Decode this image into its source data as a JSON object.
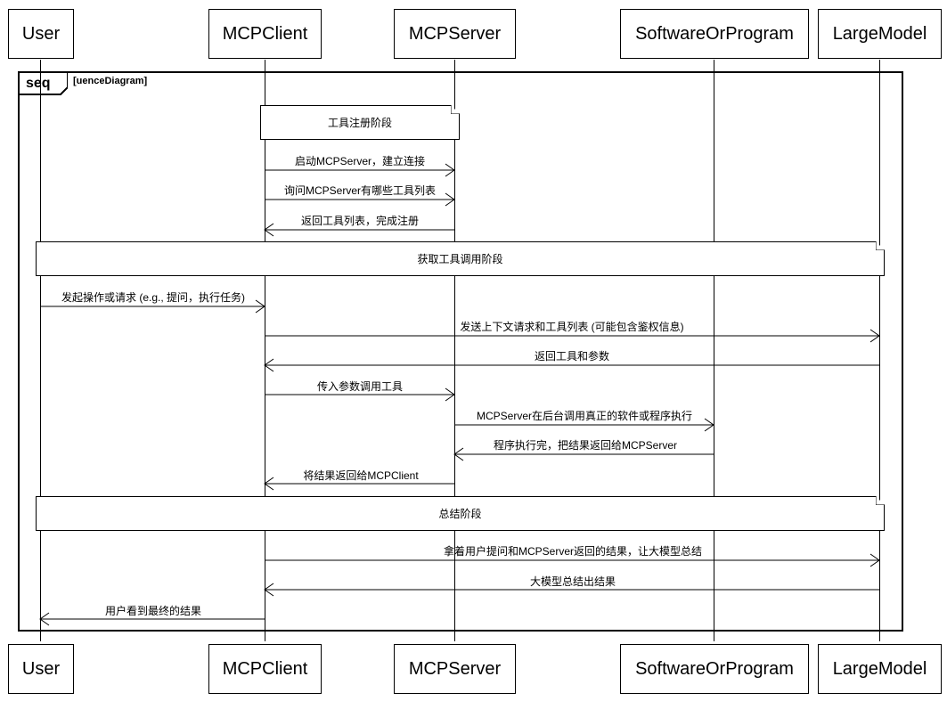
{
  "participants": [
    "User",
    "MCPClient",
    "MCPServer",
    "SoftwareOrProgram",
    "LargeModel"
  ],
  "frame": {
    "keyword": "seq",
    "label": "[uenceDiagram]"
  },
  "notes": [
    "工具注册阶段",
    "获取工具调用阶段",
    "总结阶段"
  ],
  "messages": [
    {
      "from": "MCPClient",
      "to": "MCPServer",
      "direction": "right",
      "label": "启动MCPServer，建立连接"
    },
    {
      "from": "MCPClient",
      "to": "MCPServer",
      "direction": "right",
      "label": "询问MCPServer有哪些工具列表"
    },
    {
      "from": "MCPServer",
      "to": "MCPClient",
      "direction": "left",
      "label": "返回工具列表，完成注册"
    },
    {
      "from": "User",
      "to": "MCPClient",
      "direction": "right",
      "label": "发起操作或请求 (e.g., 提问，执行任务)"
    },
    {
      "from": "MCPClient",
      "to": "LargeModel",
      "direction": "right",
      "label": "发送上下文请求和工具列表 (可能包含鉴权信息)"
    },
    {
      "from": "LargeModel",
      "to": "MCPClient",
      "direction": "left",
      "label": "返回工具和参数"
    },
    {
      "from": "MCPClient",
      "to": "MCPServer",
      "direction": "right",
      "label": "传入参数调用工具"
    },
    {
      "from": "MCPServer",
      "to": "SoftwareOrProgram",
      "direction": "right",
      "label": "MCPServer在后台调用真正的软件或程序执行"
    },
    {
      "from": "SoftwareOrProgram",
      "to": "MCPServer",
      "direction": "left",
      "label": "程序执行完，把结果返回给MCPServer"
    },
    {
      "from": "MCPServer",
      "to": "MCPClient",
      "direction": "left",
      "label": "将结果返回给MCPClient"
    },
    {
      "from": "MCPClient",
      "to": "LargeModel",
      "direction": "right",
      "label": "拿着用户提问和MCPServer返回的结果，让大模型总结"
    },
    {
      "from": "LargeModel",
      "to": "MCPClient",
      "direction": "left",
      "label": "大模型总结出结果"
    },
    {
      "from": "MCPClient",
      "to": "User",
      "direction": "left",
      "label": "用户看到最终的结果"
    }
  ]
}
